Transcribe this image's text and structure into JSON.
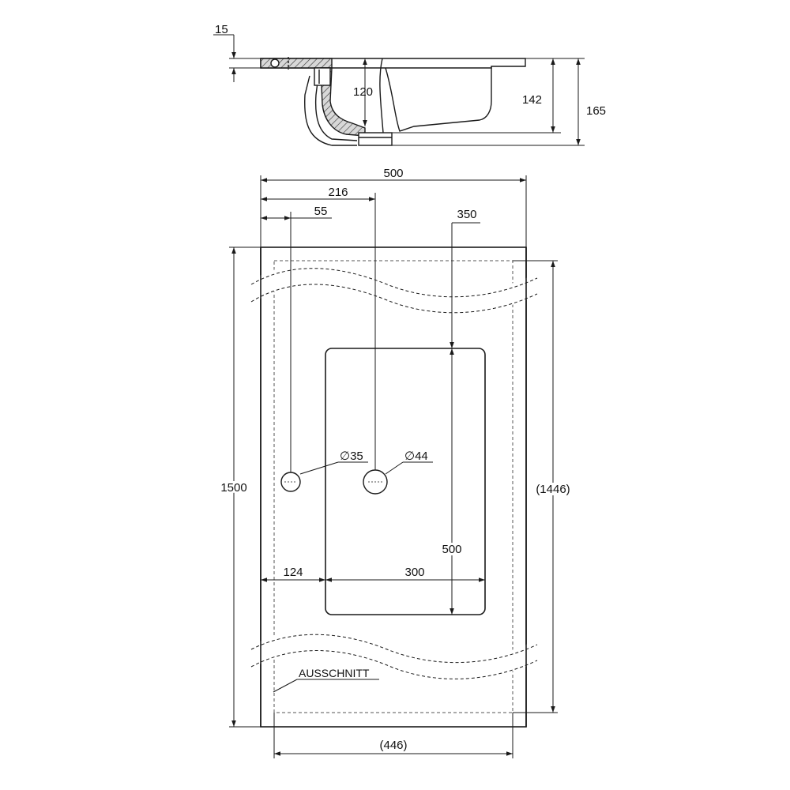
{
  "colors": {
    "line": "#1a1a1a",
    "hidden": "#555555",
    "section_fill": "#cfcfcf",
    "paper": "#ffffff"
  },
  "side_view": {
    "dim_thickness": "15",
    "dim_depth_basin": "120",
    "dim_height_inner": "142",
    "dim_height_total": "165"
  },
  "top_view": {
    "dim_width": "500",
    "dim_tap_hole_pos": "216",
    "dim_overflow_pos": "55",
    "dim_basin_pos": "350",
    "dim_length": "1500",
    "dim_inner_length": "(1446)",
    "dim_inner_width": "(446)",
    "dim_basin_offset": "124",
    "dim_basin_width": "300",
    "dim_basin_length": "500",
    "hole_small_dia": "35",
    "hole_large_dia": "44",
    "diameter_symbol": "∅",
    "cutout_label": "AUSSCHNITT"
  }
}
